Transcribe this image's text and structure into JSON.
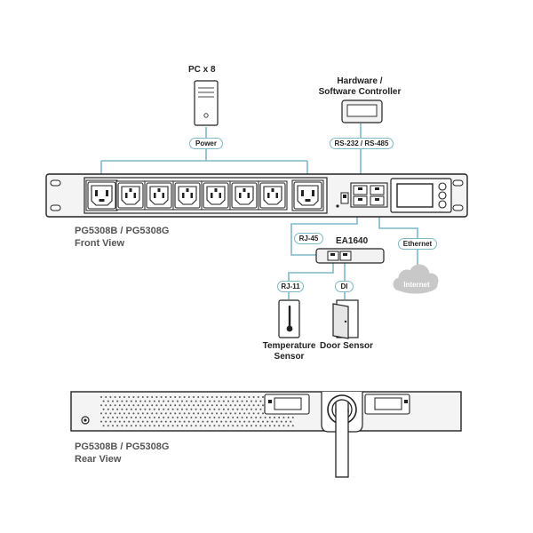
{
  "labels": {
    "pc": "PC x 8",
    "controller_line1": "Hardware /",
    "controller_line2": "Software Controller",
    "ea": "EA1640",
    "temp_line1": "Temperature",
    "temp_line2": "Sensor",
    "door": "Door Sensor",
    "internet": "Internet"
  },
  "pills": {
    "power": "Power",
    "rs": "RS-232 / RS-485",
    "rj45": "RJ-45",
    "ethernet": "Ethernet",
    "rj11": "RJ-11",
    "di": "DI"
  },
  "captions": {
    "front_line1": "PG5308B / PG5308G",
    "front_line2": "Front View",
    "rear_line1": "PG5308B / PG5308G",
    "rear_line2": "Rear View"
  },
  "colors": {
    "connector": "#7fb8c9",
    "device_stroke": "#222222",
    "panel": "#f4f4f4",
    "cloud": "#c8c8c8"
  }
}
